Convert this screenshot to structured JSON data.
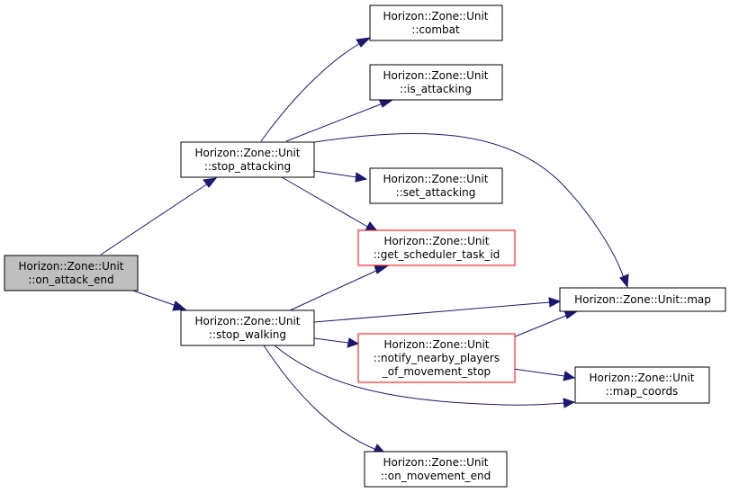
{
  "colors": {
    "edge": "#191970",
    "border_default": "#000000",
    "border_highlight": "#ff0000",
    "fill_default": "#ffffff",
    "fill_root": "#bfbfbf"
  },
  "nodes": {
    "on_attack_end": {
      "lines": [
        "Horizon::Zone::Unit",
        "::on_attack_end"
      ]
    },
    "stop_attacking": {
      "lines": [
        "Horizon::Zone::Unit",
        "::stop_attacking"
      ]
    },
    "stop_walking": {
      "lines": [
        "Horizon::Zone::Unit",
        "::stop_walking"
      ]
    },
    "combat": {
      "lines": [
        "Horizon::Zone::Unit",
        "::combat"
      ]
    },
    "is_attacking": {
      "lines": [
        "Horizon::Zone::Unit",
        "::is_attacking"
      ]
    },
    "set_attacking": {
      "lines": [
        "Horizon::Zone::Unit",
        "::set_attacking"
      ]
    },
    "get_scheduler_task_id": {
      "lines": [
        "Horizon::Zone::Unit",
        "::get_scheduler_task_id"
      ]
    },
    "map": {
      "lines": [
        "Horizon::Zone::Unit::map"
      ]
    },
    "notify_nearby_players": {
      "lines": [
        "Horizon::Zone::Unit",
        "::notify_nearby_players",
        "_of_movement_stop"
      ]
    },
    "map_coords": {
      "lines": [
        "Horizon::Zone::Unit",
        "::map_coords"
      ]
    },
    "on_movement_end": {
      "lines": [
        "Horizon::Zone::Unit",
        "::on_movement_end"
      ]
    }
  }
}
